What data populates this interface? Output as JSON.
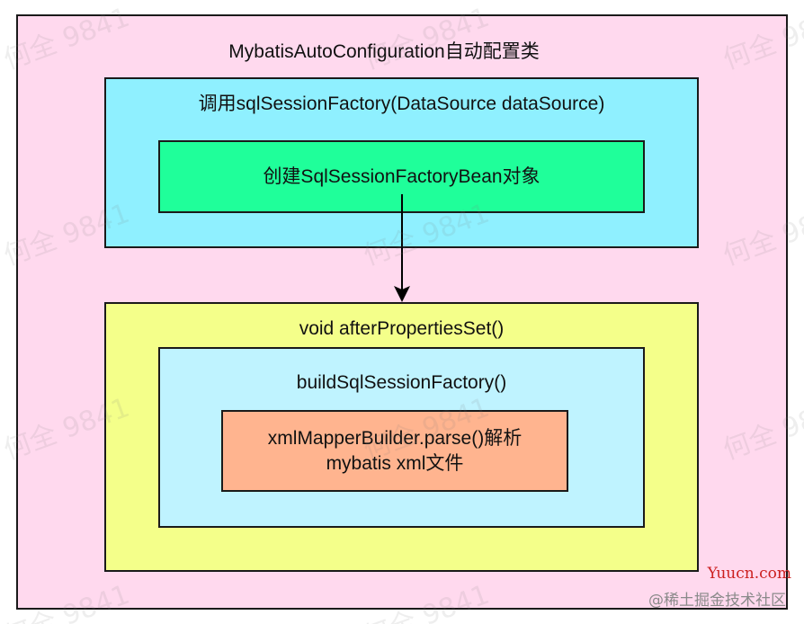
{
  "colors": {
    "outer_fill": "#ffd9ee",
    "session_fill": "#8ff0ff",
    "create_bean_fill": "#1fff9a",
    "after_props_fill": "#f4ff8a",
    "build_fill": "#bff3ff",
    "parse_fill": "#ffb48f",
    "border": "#1a1a1a"
  },
  "outer": {
    "title": "MybatisAutoConfiguration自动配置类"
  },
  "session_factory": {
    "title": "调用sqlSessionFactory(DataSource dataSource)",
    "create_bean": "创建SqlSessionFactoryBean对象"
  },
  "after_properties": {
    "title": "void afterPropertiesSet()",
    "build": {
      "title": "buildSqlSessionFactory()",
      "parse_line1": "xmlMapperBuilder.parse()解析",
      "parse_line2": "mybatis xml文件"
    }
  },
  "watermark_text": "何全 9841",
  "corner": {
    "brand": "Yuucn.com",
    "source": "@稀土掘金技术社区"
  }
}
